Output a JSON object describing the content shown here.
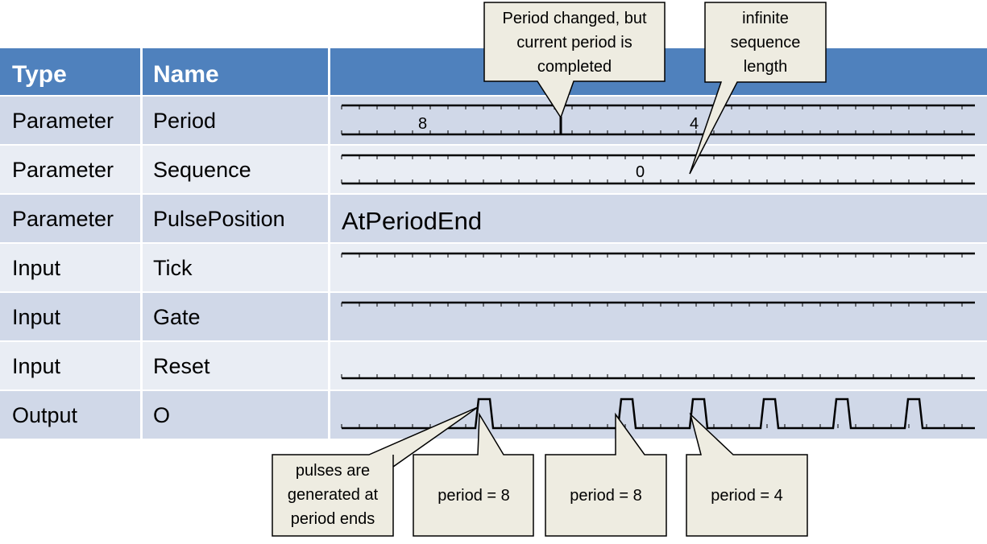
{
  "table": {
    "headers": {
      "type": "Type",
      "name": "Name"
    },
    "rows": [
      {
        "type": "Parameter",
        "name": "Period"
      },
      {
        "type": "Parameter",
        "name": "Sequence"
      },
      {
        "type": "Parameter",
        "name": "PulsePosition"
      },
      {
        "type": "Input",
        "name": "Tick"
      },
      {
        "type": "Input",
        "name": "Gate"
      },
      {
        "type": "Input",
        "name": "Reset"
      },
      {
        "type": "Output",
        "name": "O"
      }
    ]
  },
  "waveforms": {
    "period_values": [
      "8",
      "4"
    ],
    "sequence_value": "0",
    "pulse_position_value": "AtPeriodEnd"
  },
  "callouts": {
    "period_changed": [
      "Period changed, but",
      "current period is",
      "completed"
    ],
    "infinite_sequence": [
      "infinite",
      "sequence",
      "length"
    ],
    "pulses_generated": [
      "pulses are",
      "generated at",
      "period ends"
    ],
    "period_8_first": "period = 8",
    "period_8_second": "period = 8",
    "period_4": "period = 4"
  },
  "colors": {
    "header_bg": "#4f81bd",
    "row_dark": "#d0d8e8",
    "row_light": "#e9edf4",
    "callout_fill": "#eeece1",
    "signal": "#000000"
  }
}
